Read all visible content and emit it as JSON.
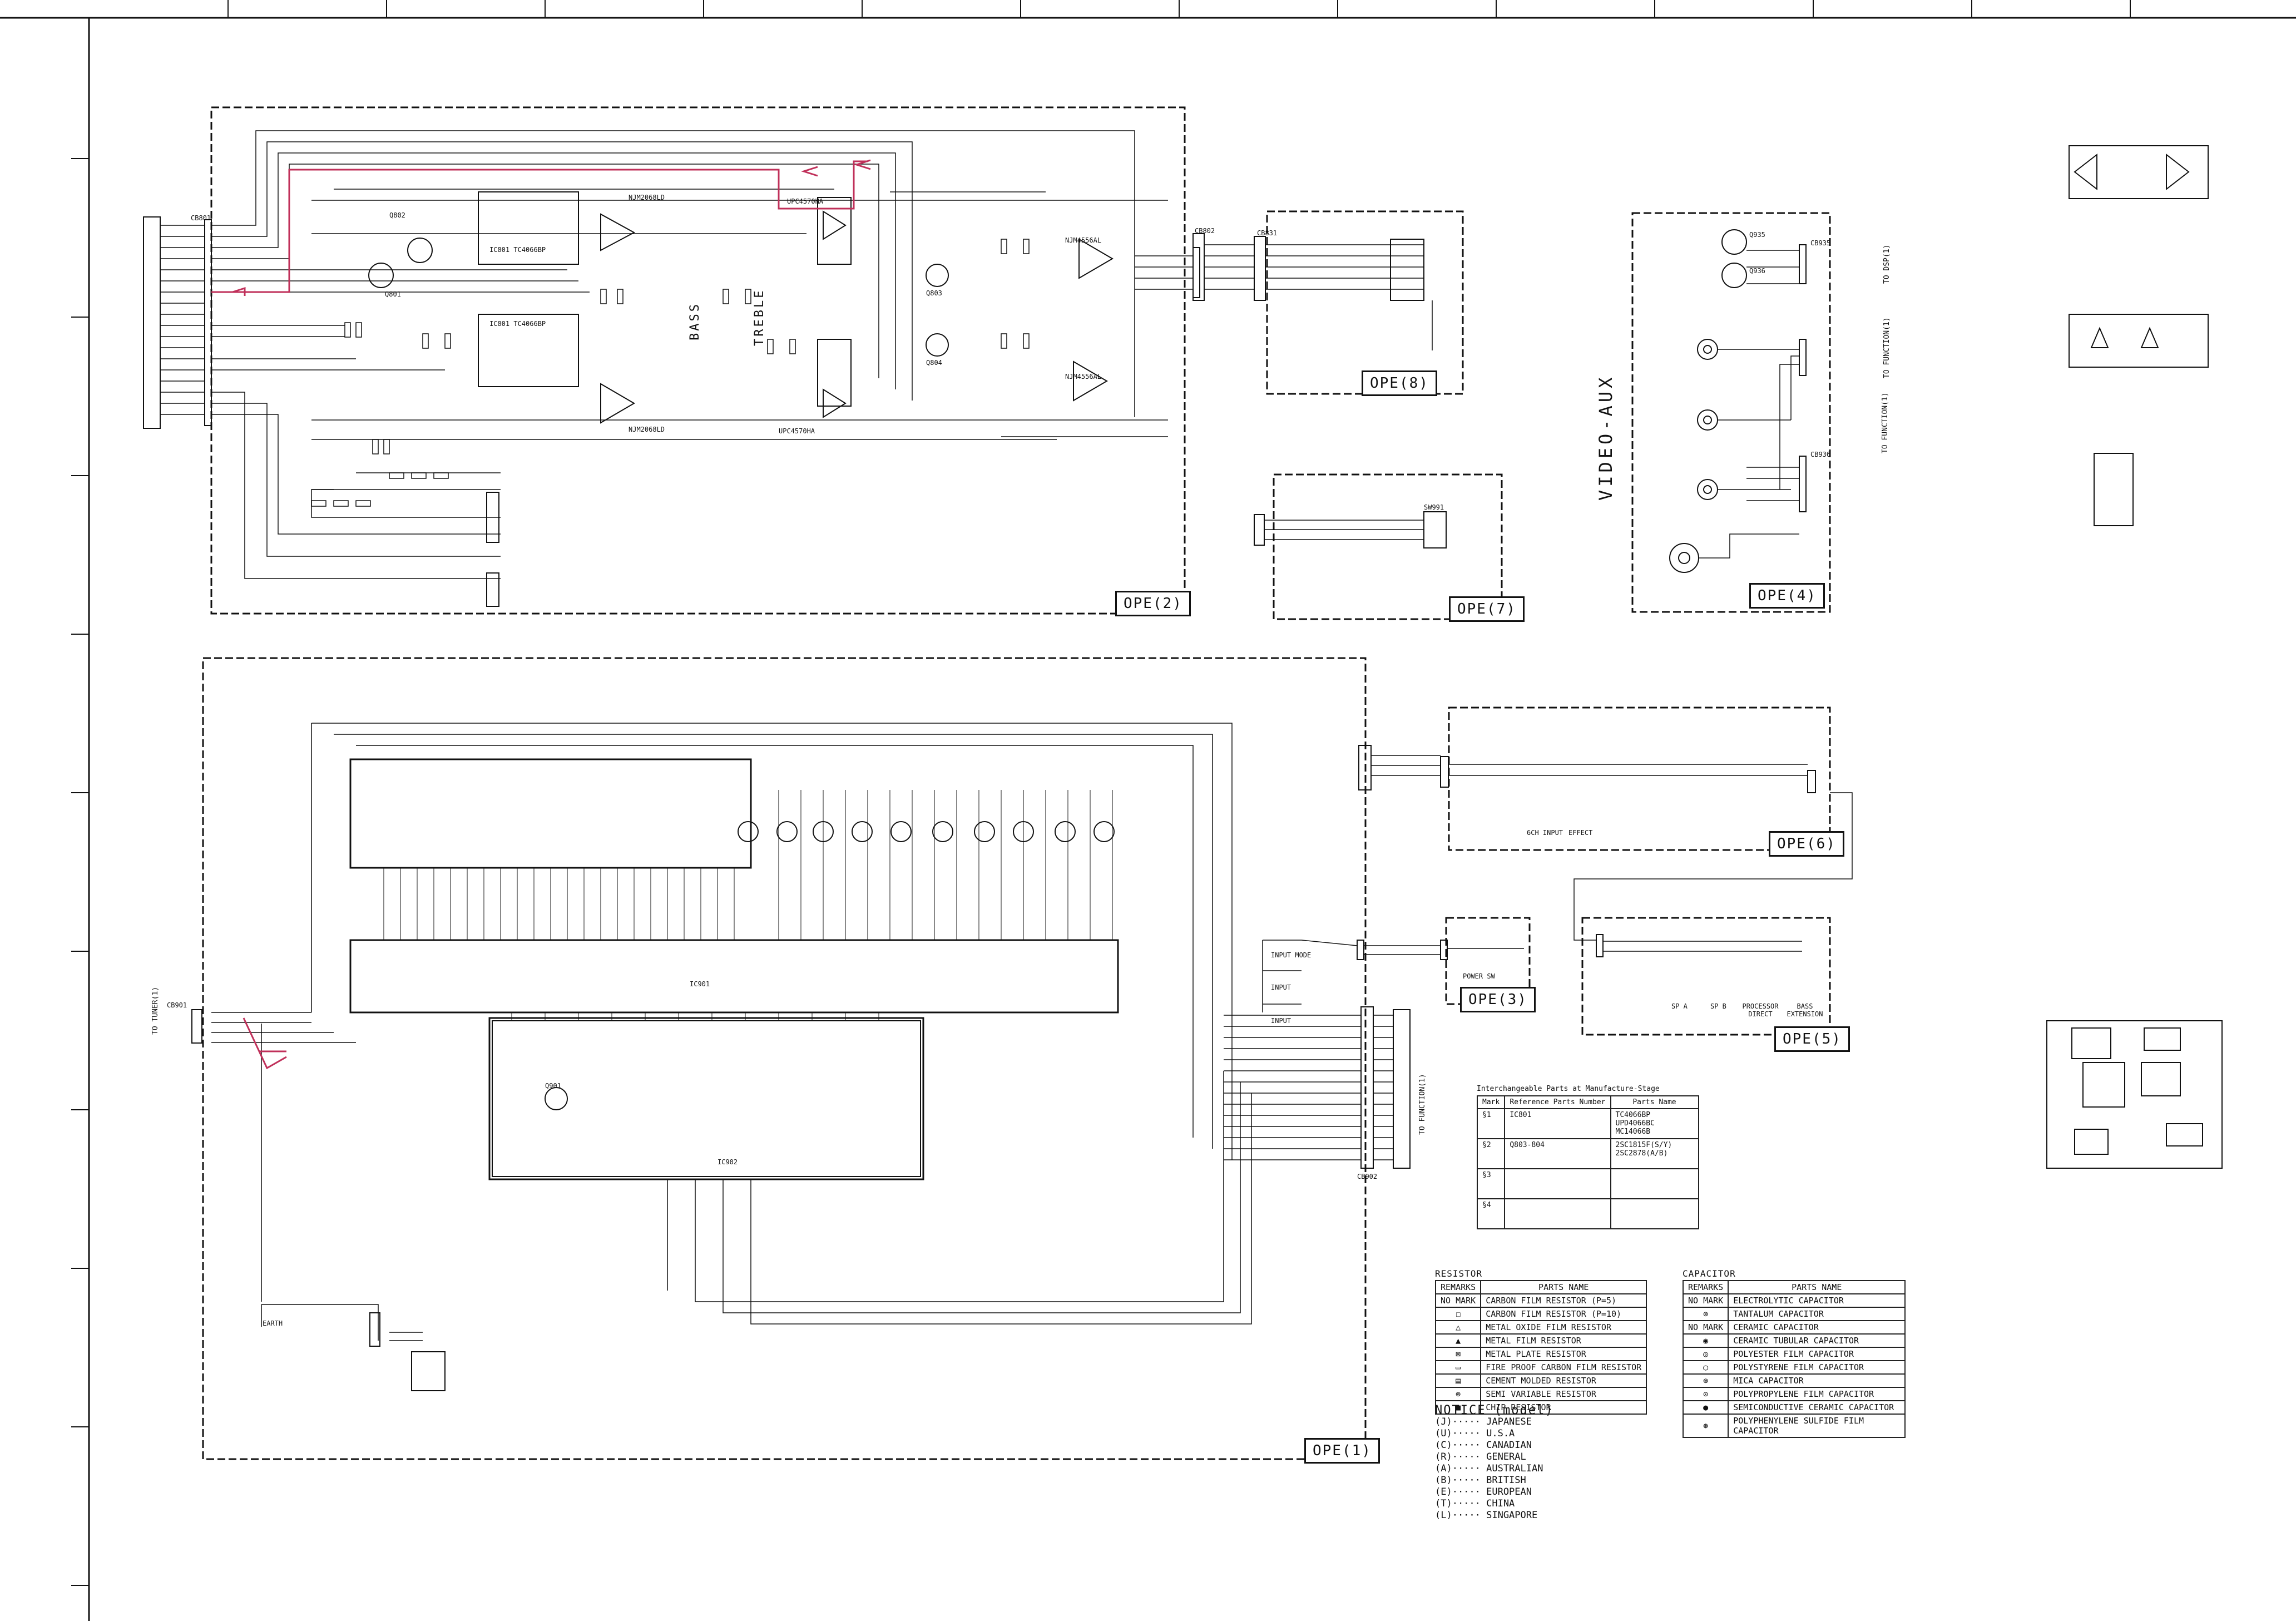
{
  "boards": {
    "ope2": "OPE(2)",
    "ope8": "OPE(8)",
    "ope7": "OPE(7)",
    "ope4": "OPE(4)",
    "ope6": "OPE(6)",
    "ope3": "OPE(3)",
    "ope5": "OPE(5)",
    "ope1": "OPE(1)"
  },
  "labels": {
    "video_aux": "VIDEO-AUX",
    "bass": "BASS",
    "treble": "TREBLE",
    "to_function_cb902": "TO FUNCTION(1)",
    "to_function_ope1": "TO FUNCTION(1)",
    "to_function_top": "TO FUNCTION(1)",
    "to_dsp": "TO DSP(1)",
    "to_tuner": "TO TUNER(1)",
    "power_sw": "POWER SW",
    "earth": "EARTH",
    "input_mode": "INPUT MODE",
    "input_down": "INPUT",
    "input_up": "INPUT",
    "sp_a": "SP A",
    "sp_b": "SP B",
    "processor_direct": "PROCESSOR DIRECT",
    "bass_extension": "BASS EXTENSION",
    "effect": "EFFECT",
    "sch_input": "6CH INPUT",
    "nj4556al_1": "NJM4556AL",
    "nj4556al_2": "NJM4556AL",
    "nj2068_1": "NJM2068LD",
    "nj2068_2": "NJM2068LD",
    "upc_1": "UPC4570HA",
    "upc_2": "UPC4570HA",
    "ic801": "IC801 TC4066BP",
    "ic801b": "IC801 TC4066BP",
    "ic901": "IC901",
    "ic902": "IC902",
    "cb801": "CB801",
    "cb802": "CB802",
    "cb831": "CB831",
    "cb901": "CB901",
    "cb902": "CB902",
    "cb935": "CB935",
    "cb936": "CB936",
    "sw991": "SW991",
    "q801": "Q801",
    "q802": "Q802",
    "q803": "Q803",
    "q804": "Q804",
    "q901": "Q901",
    "q935": "Q935",
    "q936": "Q936"
  },
  "interchangeable": {
    "caption": "Interchangeable Parts at Manufacture-Stage",
    "headers": [
      "Mark",
      "Reference Parts Number",
      "Parts Name"
    ],
    "rows": [
      [
        "§1",
        "IC801",
        "TC4066BP UPD4066BC MC14066B"
      ],
      [
        "§2",
        "Q803-804",
        "2SC1815F(S/Y) 2SC2878(A/B)"
      ],
      [
        "§3",
        "",
        ""
      ],
      [
        "§4",
        "",
        ""
      ]
    ]
  },
  "resistor": {
    "caption": "RESISTOR",
    "headers": [
      "REMARKS",
      "PARTS NAME"
    ],
    "rows": [
      [
        "NO MARK",
        "CARBON FILM RESISTOR (P=5)"
      ],
      [
        "☐",
        "CARBON FILM RESISTOR (P=10)"
      ],
      [
        "△",
        "METAL OXIDE FILM RESISTOR"
      ],
      [
        "▲",
        "METAL FILM RESISTOR"
      ],
      [
        "⊠",
        "METAL PLATE RESISTOR"
      ],
      [
        "▭",
        "FIRE PROOF CARBON FILM RESISTOR"
      ],
      [
        "▤",
        "CEMENT MOLDED RESISTOR"
      ],
      [
        "⊚",
        "SEMI VARIABLE RESISTOR"
      ],
      [
        "■",
        "CHIP RESISTOR"
      ]
    ]
  },
  "capacitor": {
    "caption": "CAPACITOR",
    "headers": [
      "REMARKS",
      "PARTS NAME"
    ],
    "rows": [
      [
        "NO MARK",
        "ELECTROLYTIC CAPACITOR"
      ],
      [
        "⊗",
        "TANTALUM CAPACITOR"
      ],
      [
        "NO MARK",
        "CERAMIC CAPACITOR"
      ],
      [
        "◉",
        "CERAMIC TUBULAR CAPACITOR"
      ],
      [
        "◎",
        "POLYESTER FILM CAPACITOR"
      ],
      [
        "○",
        "POLYSTYRENE FILM CAPACITOR"
      ],
      [
        "⊜",
        "MICA CAPACITOR"
      ],
      [
        "⊙",
        "POLYPROPYLENE FILM CAPACITOR"
      ],
      [
        "●",
        "SEMICONDUCTIVE CERAMIC CAPACITOR"
      ],
      [
        "⊛",
        "POLYPHENYLENE SULFIDE FILM CAPACITOR"
      ]
    ]
  },
  "notice": {
    "title": "NOTICE (model)",
    "lines": [
      "(J)····· JAPANESE",
      "(U)····· U.S.A",
      "(C)····· CANADIAN",
      "(R)····· GENERAL",
      "(A)····· AUSTRALIAN",
      "(B)····· BRITISH",
      "(E)····· EUROPEAN",
      "(T)····· CHINA",
      "(L)····· SINGAPORE"
    ]
  },
  "colors": {
    "ink": "#111111",
    "signal_path": "#c0305a"
  }
}
